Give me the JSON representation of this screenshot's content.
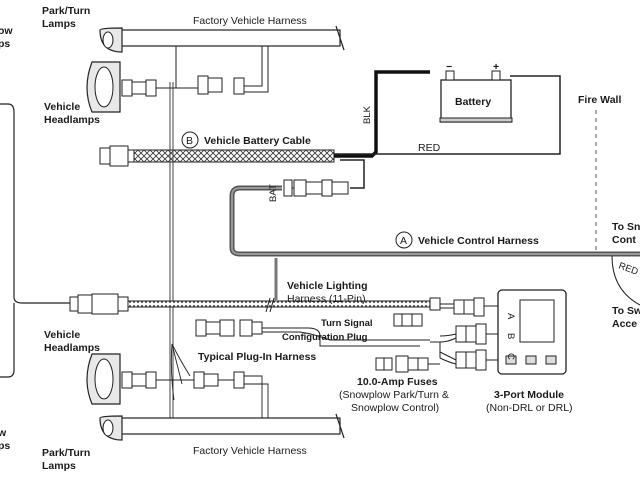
{
  "labels": {
    "park_turn_top": [
      "Park/Turn",
      "Lamps"
    ],
    "factory_harness_top": "Factory Vehicle Harness",
    "headlamps_top": [
      "Vehicle",
      "Headlamps"
    ],
    "battery_cable_circle": "B",
    "battery_cable": "Vehicle Battery Cable",
    "battery": "Battery",
    "battery_minus": "−",
    "battery_plus": "+",
    "blk": "BLK",
    "red": "RED",
    "fire_wall": "Fire Wall",
    "bat": "BAT",
    "control_harness_circle": "A",
    "control_harness": "Vehicle Control Harness",
    "to_snowplow": [
      "To Sn",
      "Cont"
    ],
    "red_right": "RED",
    "to_switch": [
      "To Sw",
      "Acce"
    ],
    "lighting_harness": [
      "Vehicle Lighting",
      "Harness (11-Pin)"
    ],
    "turn_signal_plug": [
      "Turn Signal",
      "Configuration Plug"
    ],
    "typical_plug_in": "Typical Plug-In Harness",
    "headlamps_bottom": [
      "Vehicle",
      "Headlamps"
    ],
    "fuses": [
      "10.0-Amp Fuses",
      "(Snowplow Park/Turn &",
      "Snowplow Control)"
    ],
    "module": [
      "3-Port Module",
      "(Non-DRL or DRL)"
    ],
    "module_ports": [
      "A",
      "B",
      "C"
    ],
    "factory_harness_bottom": "Factory Vehicle Harness",
    "park_turn_bottom": [
      "Park/Turn",
      "Lamps"
    ],
    "left_cut_top": [
      "ow",
      "ps"
    ],
    "left_cut_bottom": [
      "w",
      "ps"
    ]
  }
}
